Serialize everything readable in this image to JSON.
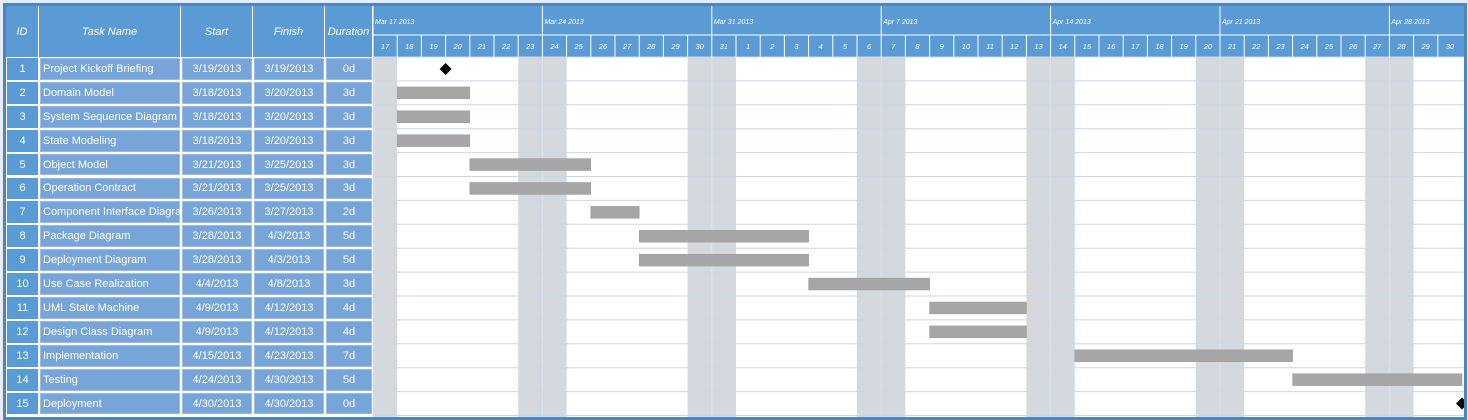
{
  "colors": {
    "header": "#5b9bd5",
    "cell": "#77a5d9",
    "bar": "#a6a6a6",
    "weekend": "#d5d9de",
    "milestone": "#000000"
  },
  "headers": {
    "id": "ID",
    "task_name": "Task Name",
    "start": "Start",
    "finish": "Finish",
    "duration": "Duration"
  },
  "tasks": [
    {
      "id": "1",
      "name": "Project Kickoff Briefing",
      "start": "3/19/2013",
      "finish": "3/19/2013",
      "duration": "0d"
    },
    {
      "id": "2",
      "name": "Domain Model",
      "start": "3/18/2013",
      "finish": "3/20/2013",
      "duration": "3d"
    },
    {
      "id": "3",
      "name": "System Sequence Diagram",
      "start": "3/18/2013",
      "finish": "3/20/2013",
      "duration": "3d"
    },
    {
      "id": "4",
      "name": "State Modeling",
      "start": "3/18/2013",
      "finish": "3/20/2013",
      "duration": "3d"
    },
    {
      "id": "5",
      "name": "Object Model",
      "start": "3/21/2013",
      "finish": "3/25/2013",
      "duration": "3d"
    },
    {
      "id": "6",
      "name": "Operation Contract",
      "start": "3/21/2013",
      "finish": "3/25/2013",
      "duration": "3d"
    },
    {
      "id": "7",
      "name": "Component Interface Diagram",
      "start": "3/26/2013",
      "finish": "3/27/2013",
      "duration": "2d"
    },
    {
      "id": "8",
      "name": "Package Diagram",
      "start": "3/28/2013",
      "finish": "4/3/2013",
      "duration": "5d"
    },
    {
      "id": "9",
      "name": "Deployment Diagram",
      "start": "3/28/2013",
      "finish": "4/3/2013",
      "duration": "5d"
    },
    {
      "id": "10",
      "name": "Use Case Realization",
      "start": "4/4/2013",
      "finish": "4/8/2013",
      "duration": "3d"
    },
    {
      "id": "11",
      "name": "UML State Machine",
      "start": "4/9/2013",
      "finish": "4/12/2013",
      "duration": "4d"
    },
    {
      "id": "12",
      "name": "Design Class Diagram",
      "start": "4/9/2013",
      "finish": "4/12/2013",
      "duration": "4d"
    },
    {
      "id": "13",
      "name": "Implementation",
      "start": "4/15/2013",
      "finish": "4/23/2013",
      "duration": "7d"
    },
    {
      "id": "14",
      "name": "Testing",
      "start": "4/24/2013",
      "finish": "4/30/2013",
      "duration": "5d"
    },
    {
      "id": "15",
      "name": "Deployment",
      "start": "4/30/2013",
      "finish": "4/30/2013",
      "duration": "0d"
    }
  ],
  "chart_data": {
    "type": "gantt",
    "x_range": [
      "2013-03-17",
      "2013-04-30"
    ],
    "week_labels": [
      "Mar 17 2013",
      "Mar 24 2013",
      "Mar 31 2013",
      "Apr 7 2013",
      "Apr 14 2013",
      "Apr 21 2013",
      "Apr 28 2013"
    ],
    "day_labels": [
      "17",
      "18",
      "19",
      "20",
      "21",
      "22",
      "23",
      "24",
      "25",
      "26",
      "27",
      "28",
      "29",
      "30",
      "31",
      "1",
      "2",
      "3",
      "4",
      "5",
      "6",
      "7",
      "8",
      "9",
      "10",
      "11",
      "12",
      "13",
      "14",
      "15",
      "16",
      "17",
      "18",
      "19",
      "20",
      "21",
      "22",
      "23",
      "24",
      "25",
      "26",
      "27",
      "28",
      "29",
      "30"
    ],
    "shaded_days": [
      "2013-03-17",
      "2013-03-23",
      "2013-03-24",
      "2013-03-30",
      "2013-03-31",
      "2013-04-06",
      "2013-04-07",
      "2013-04-13",
      "2013-04-14",
      "2013-04-20",
      "2013-04-21",
      "2013-04-27",
      "2013-04-28"
    ],
    "bars": [
      {
        "task": "1",
        "start": "2013-03-19",
        "finish": "2013-03-19",
        "milestone": true
      },
      {
        "task": "2",
        "start": "2013-03-18",
        "finish": "2013-03-20",
        "milestone": false
      },
      {
        "task": "3",
        "start": "2013-03-18",
        "finish": "2013-03-20",
        "milestone": false
      },
      {
        "task": "4",
        "start": "2013-03-18",
        "finish": "2013-03-20",
        "milestone": false
      },
      {
        "task": "5",
        "start": "2013-03-21",
        "finish": "2013-03-25",
        "milestone": false
      },
      {
        "task": "6",
        "start": "2013-03-21",
        "finish": "2013-03-25",
        "milestone": false
      },
      {
        "task": "7",
        "start": "2013-03-26",
        "finish": "2013-03-27",
        "milestone": false
      },
      {
        "task": "8",
        "start": "2013-03-28",
        "finish": "2013-04-03",
        "milestone": false
      },
      {
        "task": "9",
        "start": "2013-03-28",
        "finish": "2013-04-03",
        "milestone": false
      },
      {
        "task": "10",
        "start": "2013-04-04",
        "finish": "2013-04-08",
        "milestone": false
      },
      {
        "task": "11",
        "start": "2013-04-09",
        "finish": "2013-04-12",
        "milestone": false
      },
      {
        "task": "12",
        "start": "2013-04-09",
        "finish": "2013-04-12",
        "milestone": false
      },
      {
        "task": "13",
        "start": "2013-04-15",
        "finish": "2013-04-23",
        "milestone": false
      },
      {
        "task": "14",
        "start": "2013-04-24",
        "finish": "2013-04-30",
        "milestone": false
      },
      {
        "task": "15",
        "start": "2013-04-30",
        "finish": "2013-04-30",
        "milestone": true
      }
    ]
  }
}
